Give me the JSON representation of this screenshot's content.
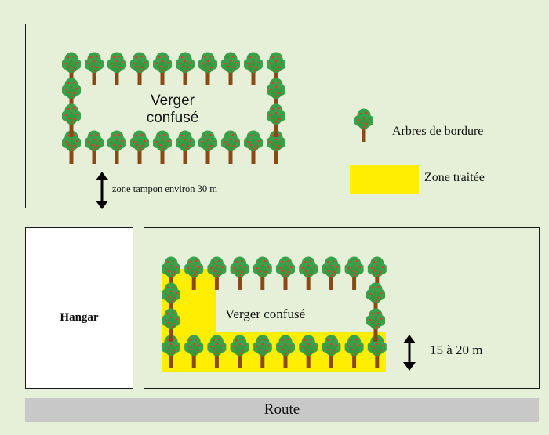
{
  "colors": {
    "background": "#e6f0d8",
    "treated_zone": "#ffee00",
    "road": "#c8c8c8",
    "foliage": "#3aa04a",
    "trunk": "#8a4a16",
    "fruit": "#e23b2e"
  },
  "icons": {
    "tree": "tree-icon",
    "arrow": "double-arrow-icon"
  },
  "top_orchard": {
    "label_line1": "Verger",
    "label_line2": "confusé",
    "buffer_label": "zone tampon environ 30 m"
  },
  "legend": {
    "trees_label": "Arbres de bordure",
    "treated_label": "Zone traitée"
  },
  "hangar": {
    "label": "Hangar"
  },
  "bottom_orchard": {
    "label": "Verger confusé",
    "distance_label": "15 à 20 m"
  },
  "road": {
    "label": "Route"
  }
}
